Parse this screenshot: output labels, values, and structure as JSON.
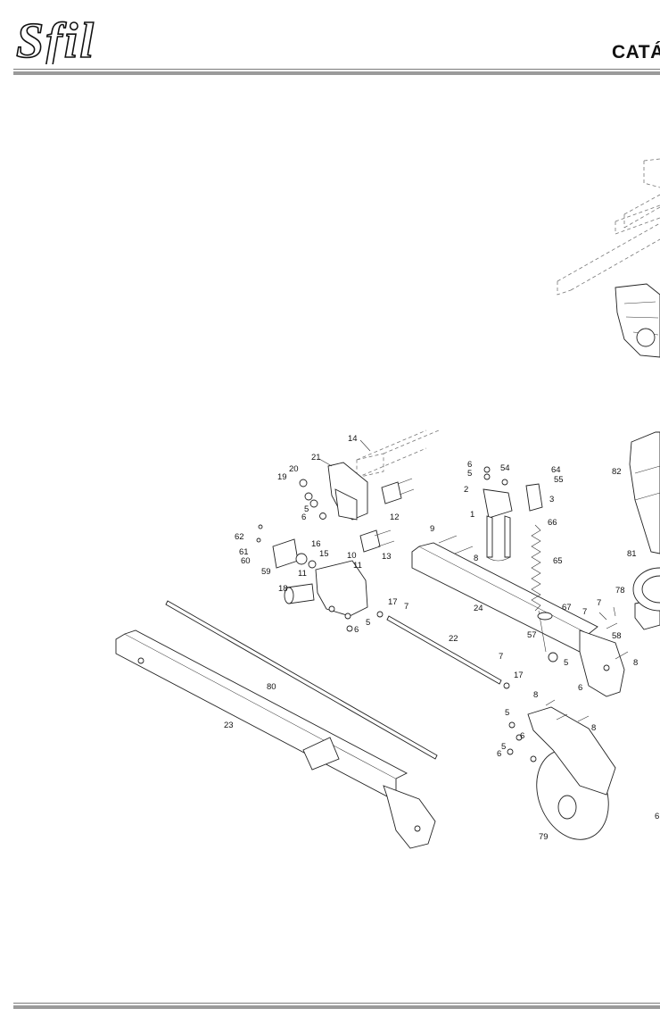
{
  "header": {
    "logo_text": "Sfil",
    "title": "CATÁ"
  },
  "diagram": {
    "labels": [
      {
        "id": "l14",
        "text": "14"
      },
      {
        "id": "l21",
        "text": "21"
      },
      {
        "id": "l20",
        "text": "20"
      },
      {
        "id": "l19",
        "text": "19"
      },
      {
        "id": "l5a",
        "text": "5"
      },
      {
        "id": "l6a",
        "text": "6"
      },
      {
        "id": "l12",
        "text": "12"
      },
      {
        "id": "l13",
        "text": "13"
      },
      {
        "id": "l62",
        "text": "62"
      },
      {
        "id": "l61",
        "text": "61"
      },
      {
        "id": "l60",
        "text": "60"
      },
      {
        "id": "l59",
        "text": "59"
      },
      {
        "id": "l16",
        "text": "16"
      },
      {
        "id": "l15",
        "text": "15"
      },
      {
        "id": "l10",
        "text": "10"
      },
      {
        "id": "l11a",
        "text": "11"
      },
      {
        "id": "l11b",
        "text": "11"
      },
      {
        "id": "l18",
        "text": "18"
      },
      {
        "id": "l17a",
        "text": "17"
      },
      {
        "id": "l7a",
        "text": "7"
      },
      {
        "id": "l5b",
        "text": "5"
      },
      {
        "id": "l6b",
        "text": "6"
      },
      {
        "id": "l22",
        "text": "22"
      },
      {
        "id": "l6c",
        "text": "6"
      },
      {
        "id": "l5c",
        "text": "5"
      },
      {
        "id": "l54",
        "text": "54"
      },
      {
        "id": "l64",
        "text": "64"
      },
      {
        "id": "l55",
        "text": "55"
      },
      {
        "id": "l2",
        "text": "2"
      },
      {
        "id": "l3",
        "text": "3"
      },
      {
        "id": "l1",
        "text": "1"
      },
      {
        "id": "l66",
        "text": "66"
      },
      {
        "id": "l9",
        "text": "9"
      },
      {
        "id": "l8a",
        "text": "8"
      },
      {
        "id": "l65",
        "text": "65"
      },
      {
        "id": "l24",
        "text": "24"
      },
      {
        "id": "l67",
        "text": "67"
      },
      {
        "id": "l57",
        "text": "57"
      },
      {
        "id": "l7b",
        "text": "7"
      },
      {
        "id": "l17b",
        "text": "17"
      },
      {
        "id": "l5d",
        "text": "5"
      },
      {
        "id": "l6d",
        "text": "6"
      },
      {
        "id": "l82",
        "text": "82"
      },
      {
        "id": "l81",
        "text": "81"
      },
      {
        "id": "l78",
        "text": "78"
      },
      {
        "id": "l7c",
        "text": "7"
      },
      {
        "id": "l7d",
        "text": "7"
      },
      {
        "id": "l58",
        "text": "58"
      },
      {
        "id": "l8b",
        "text": "8"
      },
      {
        "id": "l80",
        "text": "80"
      },
      {
        "id": "l23",
        "text": "23"
      },
      {
        "id": "l8c",
        "text": "8"
      },
      {
        "id": "l5e",
        "text": "5"
      },
      {
        "id": "l6e",
        "text": "6"
      },
      {
        "id": "l8d",
        "text": "8"
      },
      {
        "id": "l5f",
        "text": "5"
      },
      {
        "id": "l6f",
        "text": "6"
      },
      {
        "id": "l79",
        "text": "79"
      },
      {
        "id": "l6g",
        "text": "6"
      }
    ]
  }
}
